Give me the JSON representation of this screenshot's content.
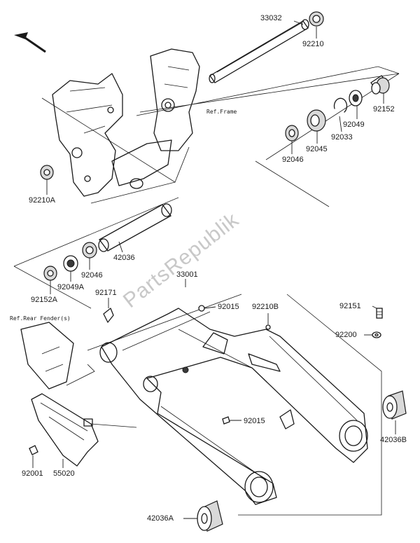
{
  "watermark": "PartsRepublik",
  "references": {
    "frame": "Ref.Frame",
    "rear_fender": "Ref.Rear Fender(s)"
  },
  "parts": [
    {
      "number": "33032"
    },
    {
      "number": "92210"
    },
    {
      "number": "92152"
    },
    {
      "number": "92049"
    },
    {
      "number": "92033"
    },
    {
      "number": "92045"
    },
    {
      "number": "92046"
    },
    {
      "number": "92210A"
    },
    {
      "number": "42036"
    },
    {
      "number": "92046"
    },
    {
      "number": "92049A"
    },
    {
      "number": "92152A"
    },
    {
      "number": "92171"
    },
    {
      "number": "33001"
    },
    {
      "number": "92015"
    },
    {
      "number": "92210B"
    },
    {
      "number": "92151"
    },
    {
      "number": "92200"
    },
    {
      "number": "42036B"
    },
    {
      "number": "92015"
    },
    {
      "number": "92001"
    },
    {
      "number": "55020"
    },
    {
      "number": "42036A"
    }
  ]
}
